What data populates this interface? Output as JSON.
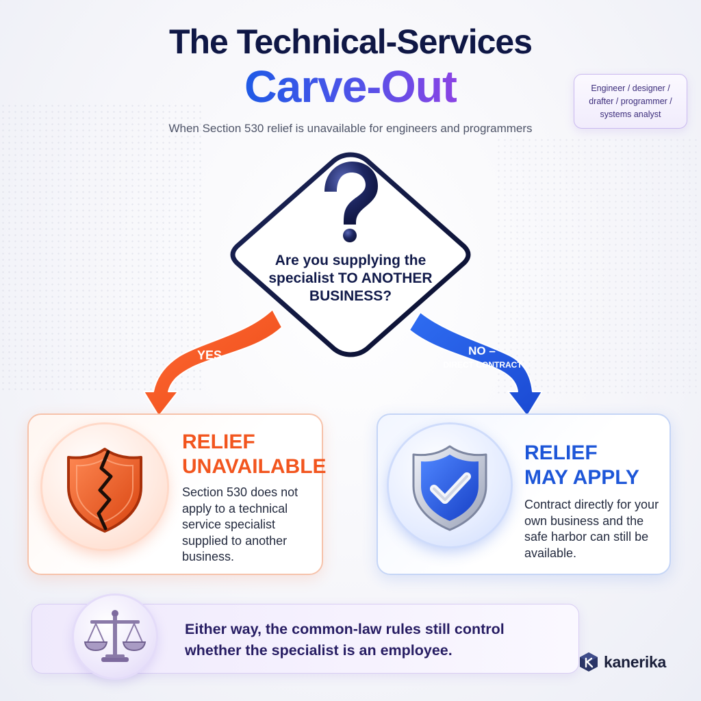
{
  "header": {
    "title_line1": "The Technical-Services",
    "title_line2": "Carve-Out",
    "subtitle": "When Section 530 relief is unavailable for engineers and programmers"
  },
  "role_tag": {
    "text": "Engineer / designer / drafter / programmer / systems analyst"
  },
  "decision": {
    "icon": "question-mark-icon",
    "question": "Are you supplying the specialist TO ANOTHER BUSINESS?",
    "branches": {
      "yes_label": "YES",
      "no_label_line1": "NO –",
      "no_label_line2": "DIRECT CONTRACT"
    }
  },
  "outcomes": {
    "left": {
      "icon": "broken-shield-icon",
      "title_line1": "RELIEF",
      "title_line2": "UNAVAILABLE",
      "body": "Section 530 does not apply to a technical service specialist supplied to another business.",
      "color": "#f2551e"
    },
    "right": {
      "icon": "check-shield-icon",
      "title_line1": "RELIEF",
      "title_line2": "MAY APPLY",
      "body": "Contract directly for your own business and the safe harbor can still be available.",
      "color": "#1d56d8"
    }
  },
  "footer": {
    "icon": "scales-icon",
    "text": "Either way, the common-law rules still control whether the specialist is an employee."
  },
  "brand": {
    "name": "kanerika",
    "icon": "kanerika-logo-icon"
  }
}
